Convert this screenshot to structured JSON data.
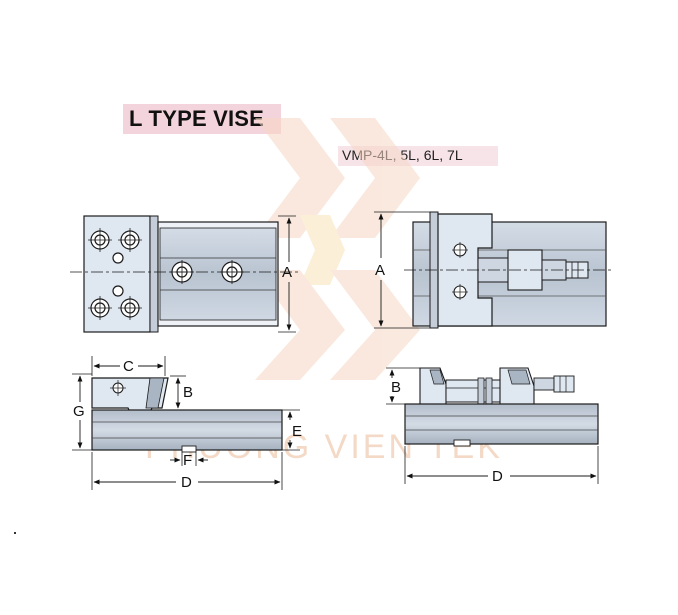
{
  "title": "L TYPE VISE",
  "models": "VMP-4L, 5L, 6L, 7L",
  "watermark": "PHUONG VIEN TEK",
  "dimensions": {
    "A": "A",
    "B": "B",
    "C": "C",
    "D": "D",
    "E": "E",
    "F": "F",
    "G": "G"
  },
  "colors": {
    "body": "#c9d3e0",
    "body_dark": "#9aa6b5",
    "jaw": "#dde6f1",
    "line": "#1b1b1b",
    "title_bg": "#f4d4dc",
    "model_bg": "#f7e4e8",
    "watermark": "#f3d9c6"
  }
}
